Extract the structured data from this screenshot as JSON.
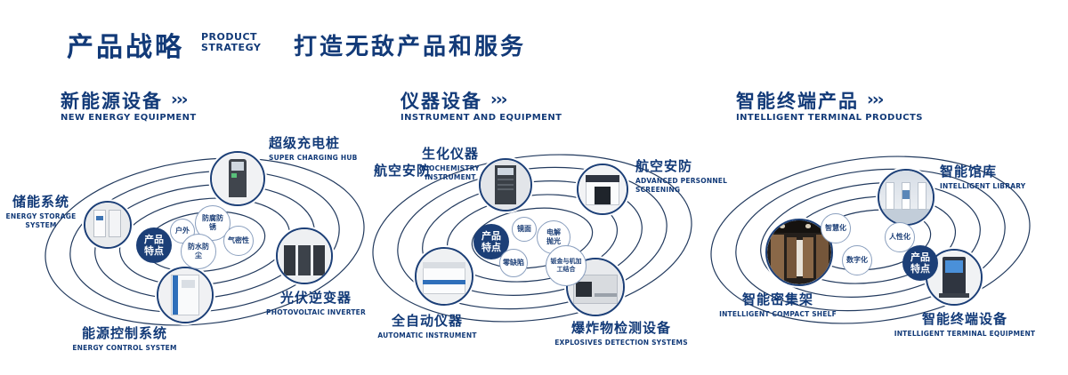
{
  "colors": {
    "primary": "#123a78",
    "orbit_line": "#223a5e",
    "badge_bg": "#1c3f77"
  },
  "icons": {
    "triple_chevron": "›››"
  },
  "header": {
    "title": "产品战略",
    "subtitle_line1": "PRODUCT",
    "subtitle_line2": "STRATEGY",
    "tagline": "打造无敌产品和服务"
  },
  "sections": [
    {
      "title": "新能源设备",
      "subtitle": "NEW ENERGY EQUIPMENT",
      "badge": "产品特点",
      "features": [
        "户外",
        "防腐防锈",
        "气密性",
        "防水防尘"
      ],
      "nodes": [
        {
          "label": "储能系统",
          "sublabel": "ENERGY STORAGE SYSTEM"
        },
        {
          "label": "超级充电桩",
          "sublabel": "SUPER CHARGING HUB"
        },
        {
          "label": "光伏逆变器",
          "sublabel": "PHOTOVOLTAIC INVERTER"
        },
        {
          "label": "能源控制系统",
          "sublabel": "ENERGY CONTROL SYSTEM"
        }
      ]
    },
    {
      "title": "仪器设备",
      "subtitle": "INSTRUMENT AND EQUIPMENT",
      "badge": "产品特点",
      "extra_label": "航空安防",
      "features": [
        "镜面",
        "电解抛光",
        "零缺陷",
        "钣金与机加工结合"
      ],
      "nodes": [
        {
          "label": "生化仪器",
          "sublabel": "BIOCHEMISTRY INSTRUMENT"
        },
        {
          "label": "航空安防",
          "sublabel": "ADVANCED PERSONNEL SCREENING"
        },
        {
          "label": "全自动仪器",
          "sublabel": "AUTOMATIC INSTRUMENT"
        },
        {
          "label": "爆炸物检测设备",
          "sublabel": "EXPLOSIVES DETECTION SYSTEMS"
        }
      ]
    },
    {
      "title": "智能终端产品",
      "subtitle": "INTELLIGENT TERMINAL PRODUCTS",
      "badge": "产品特点",
      "features": [
        "智慧化",
        "人性化",
        "数字化"
      ],
      "nodes": [
        {
          "label": "智能馆库",
          "sublabel": "INTELLIGENT LIBRARY"
        },
        {
          "label": "智能密集架",
          "sublabel": "INTELLIGENT COMPACT SHELF"
        },
        {
          "label": "智能终端设备",
          "sublabel": "INTELLIGENT TERMINAL EQUIPMENT"
        }
      ]
    }
  ]
}
